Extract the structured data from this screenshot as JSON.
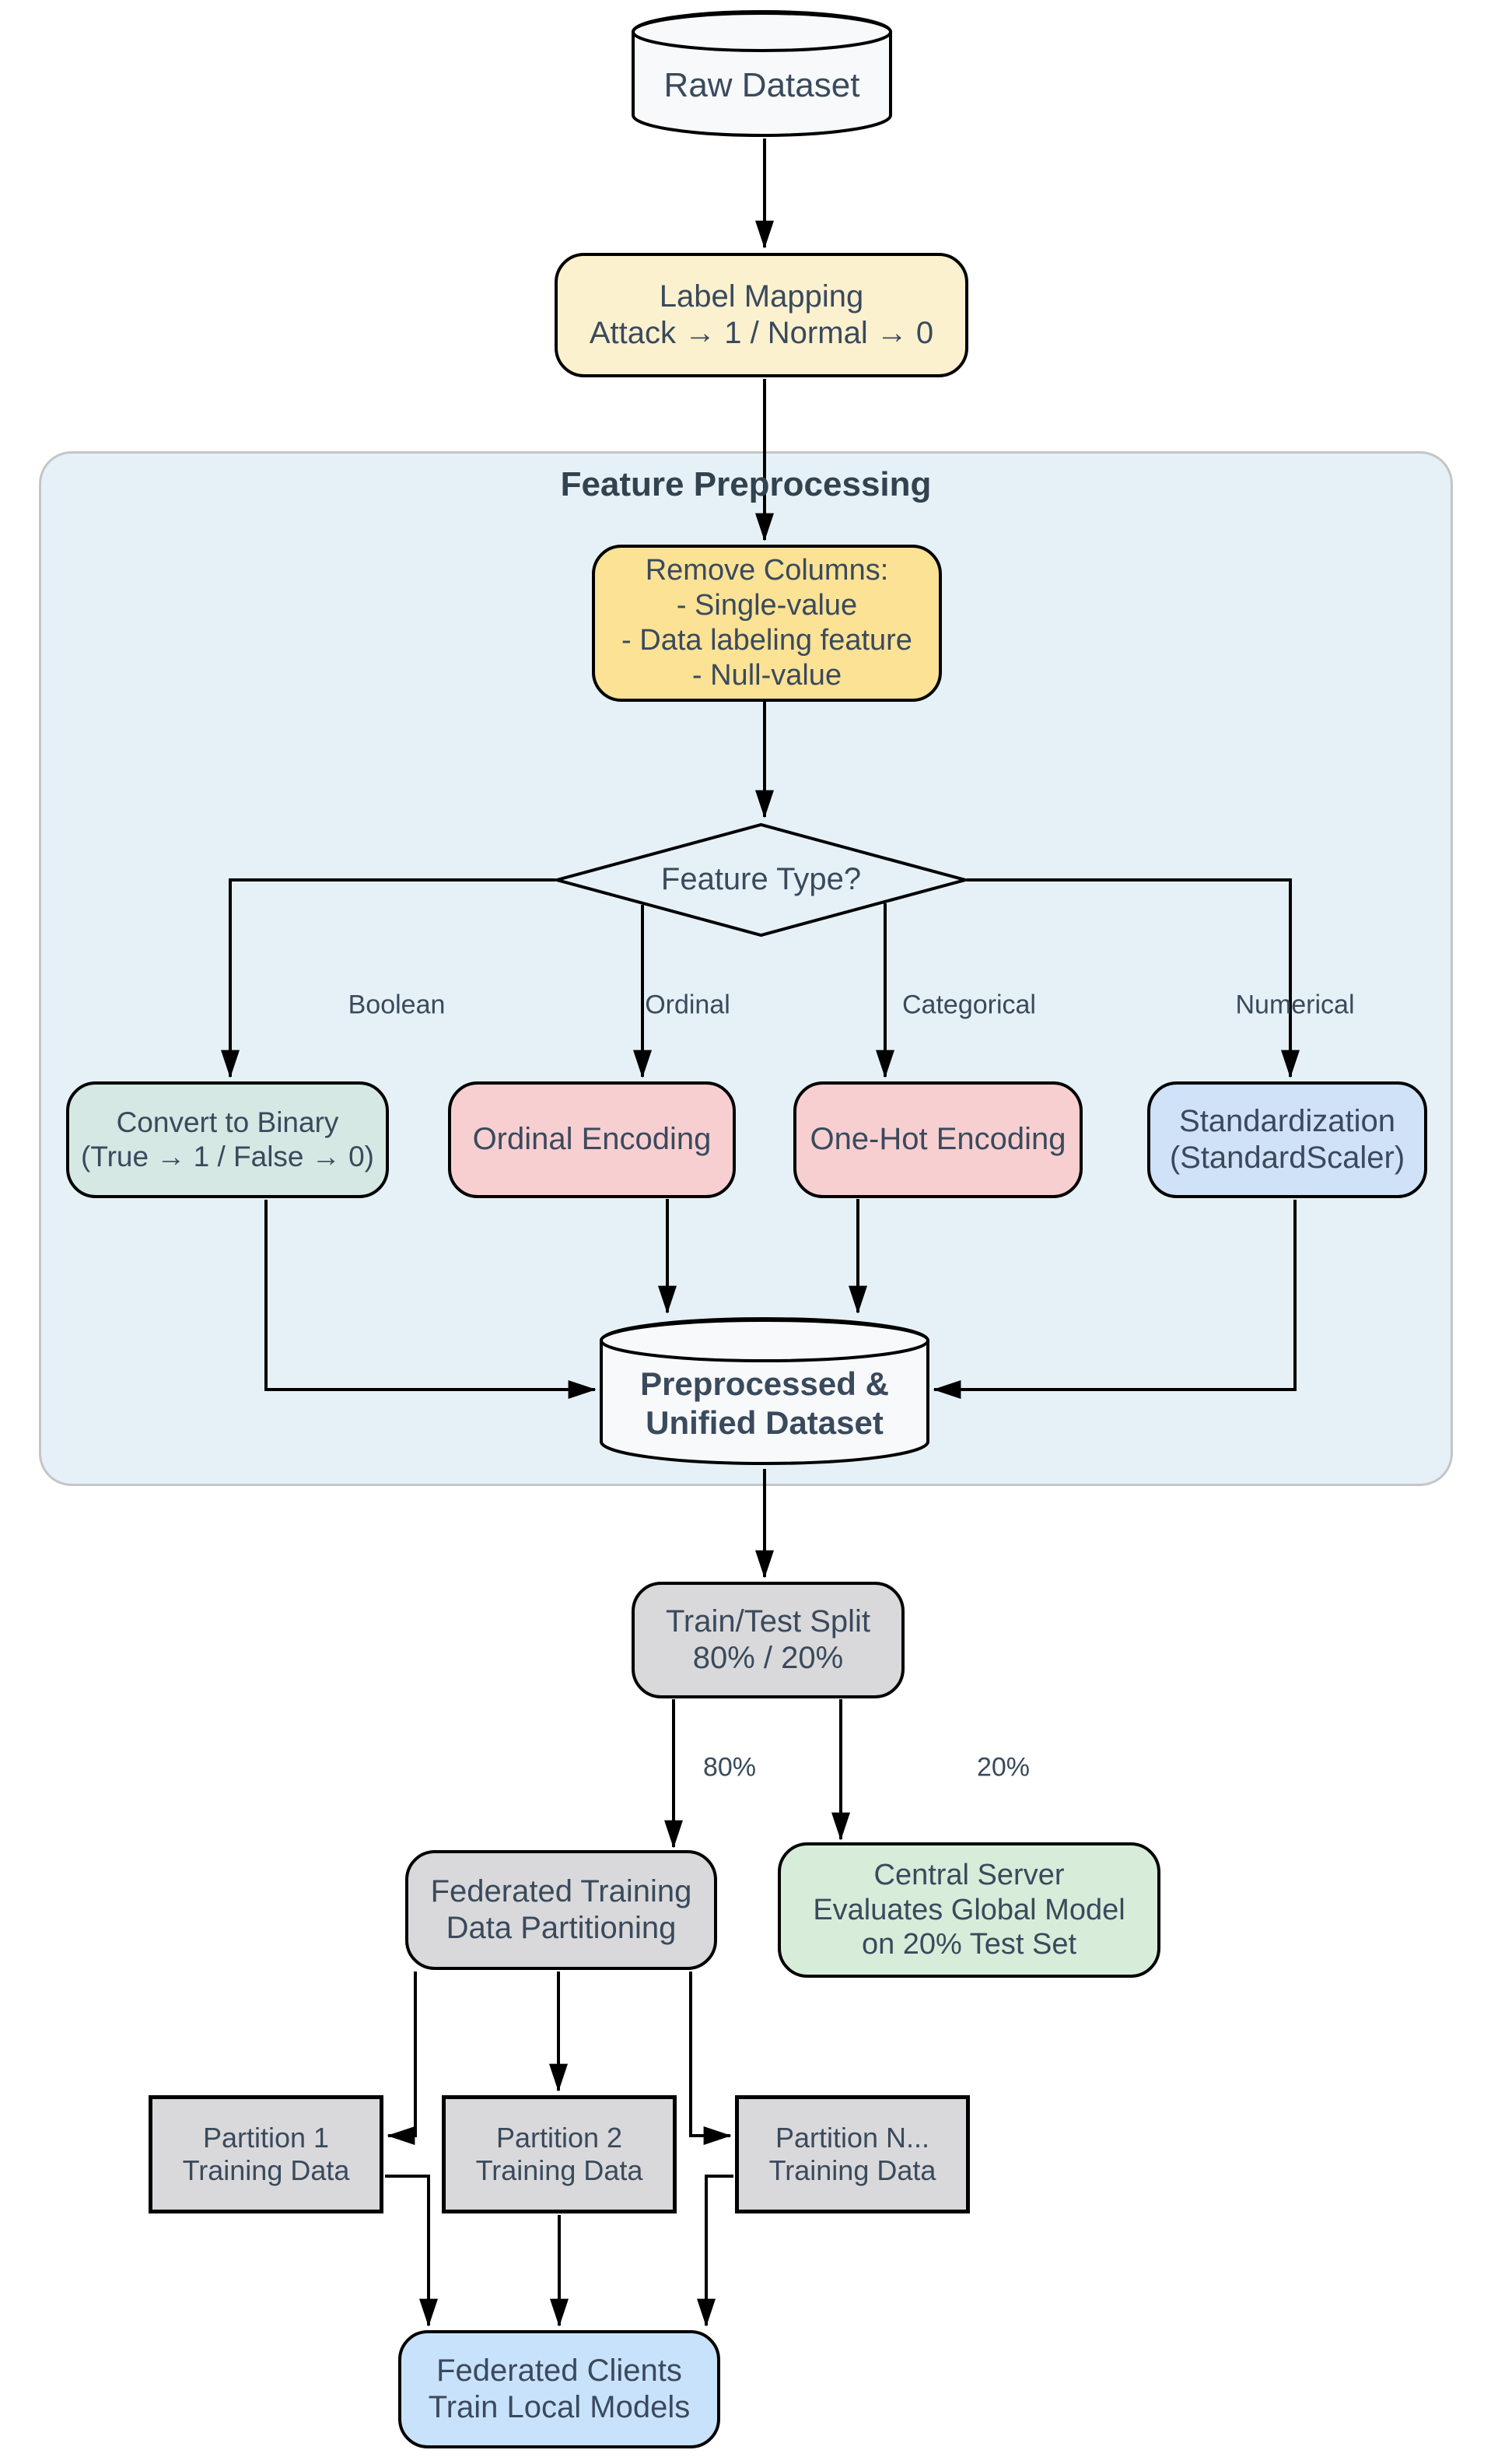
{
  "diagram": {
    "type": "flowchart",
    "group": {
      "title": "Feature Preprocessing"
    },
    "nodes": {
      "raw_dataset": "Raw Dataset",
      "label_mapping": "Label Mapping\nAttack → 1 / Normal → 0",
      "remove_columns": "Remove Columns:\n- Single-value\n- Data labeling feature\n- Null-value",
      "feature_type": "Feature Type?",
      "convert_binary": "Convert to Binary\n(True → 1 / False → 0)",
      "ordinal_encoding": "Ordinal Encoding",
      "onehot_encoding": "One-Hot Encoding",
      "standardization": "Standardization\n(StandardScaler)",
      "preprocessed_dataset": "Preprocessed &\nUnified Dataset",
      "train_test_split": "Train/Test Split\n80% / 20%",
      "fed_partitioning": "Federated Training\nData Partitioning",
      "central_server": "Central Server\nEvaluates Global Model\non 20% Test Set",
      "partition_1": "Partition 1\nTraining Data",
      "partition_2": "Partition 2\nTraining Data",
      "partition_n": "Partition N...\nTraining Data",
      "fed_clients": "Federated Clients\nTrain Local Models"
    },
    "edge_labels": {
      "boolean": "Boolean",
      "ordinal": "Ordinal",
      "categorical": "Categorical",
      "numerical": "Numerical",
      "train_pct": "80%",
      "test_pct": "20%"
    },
    "colors": {
      "group_fill": "#e6f1f7",
      "group_border": "#c2c6c8",
      "cylinder_fill": "#f7f9fb",
      "cream": "#fbf1cf",
      "yellow": "#fbe295",
      "teal": "#d6e8e4",
      "pink": "#f8cfd1",
      "blue": "#cfe2f7",
      "gray": "#d9d9db",
      "green": "#d8ecda",
      "lightblue": "#c9e2fb",
      "text": "#3a4a5c",
      "line": "#000000"
    }
  }
}
